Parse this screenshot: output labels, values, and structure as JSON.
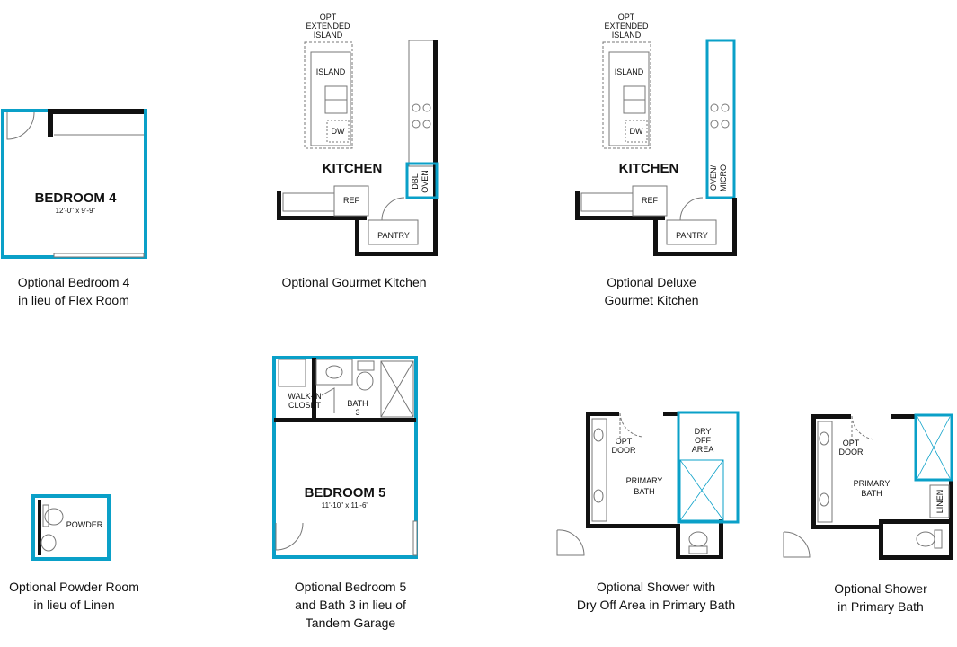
{
  "colors": {
    "accent": "#0aa0c8",
    "wall": "#111111",
    "fixture": "#777777",
    "background": "#ffffff"
  },
  "plans": {
    "bedroom4": {
      "room": "BEDROOM 4",
      "dims": "12'-0\" x 9'-9\"",
      "caption": [
        "Optional Bedroom 4",
        "in lieu of Flex Room"
      ]
    },
    "gourmet": {
      "opt_island": [
        "OPT",
        "EXTENDED",
        "ISLAND"
      ],
      "island": "ISLAND",
      "dw": "DW",
      "kitchen": "KITCHEN",
      "oven": [
        "DBL",
        "OVEN"
      ],
      "ref": "REF",
      "pantry": "PANTRY",
      "caption": [
        "Optional Gourmet Kitchen"
      ]
    },
    "deluxe": {
      "opt_island": [
        "OPT",
        "EXTENDED",
        "ISLAND"
      ],
      "island": "ISLAND",
      "dw": "DW",
      "kitchen": "KITCHEN",
      "oven": [
        "OVEN/",
        "MICRO"
      ],
      "ref": "REF",
      "pantry": "PANTRY",
      "caption": [
        "Optional Deluxe",
        "Gourmet Kitchen"
      ]
    },
    "powder": {
      "room": "POWDER",
      "caption": [
        "Optional Powder Room",
        "in lieu of Linen"
      ]
    },
    "bedroom5": {
      "closet": [
        "WALK-IN",
        "CLOSET"
      ],
      "bath": [
        "BATH",
        "3"
      ],
      "room": "BEDROOM 5",
      "dims": "11'-10\" x 11'-6\"",
      "caption": [
        "Optional Bedroom 5",
        "and Bath 3 in lieu of",
        "Tandem Garage"
      ]
    },
    "shower_dry": {
      "opt_door": [
        "OPT",
        "DOOR"
      ],
      "dry_off": [
        "DRY",
        "OFF",
        "AREA"
      ],
      "primary": [
        "PRIMARY",
        "BATH"
      ],
      "caption": [
        "Optional Shower with",
        "Dry Off Area in Primary Bath"
      ]
    },
    "shower": {
      "opt_door": [
        "OPT",
        "DOOR"
      ],
      "primary": [
        "PRIMARY",
        "BATH"
      ],
      "linen": "LINEN",
      "caption": [
        "Optional Shower",
        "in Primary Bath"
      ]
    }
  }
}
